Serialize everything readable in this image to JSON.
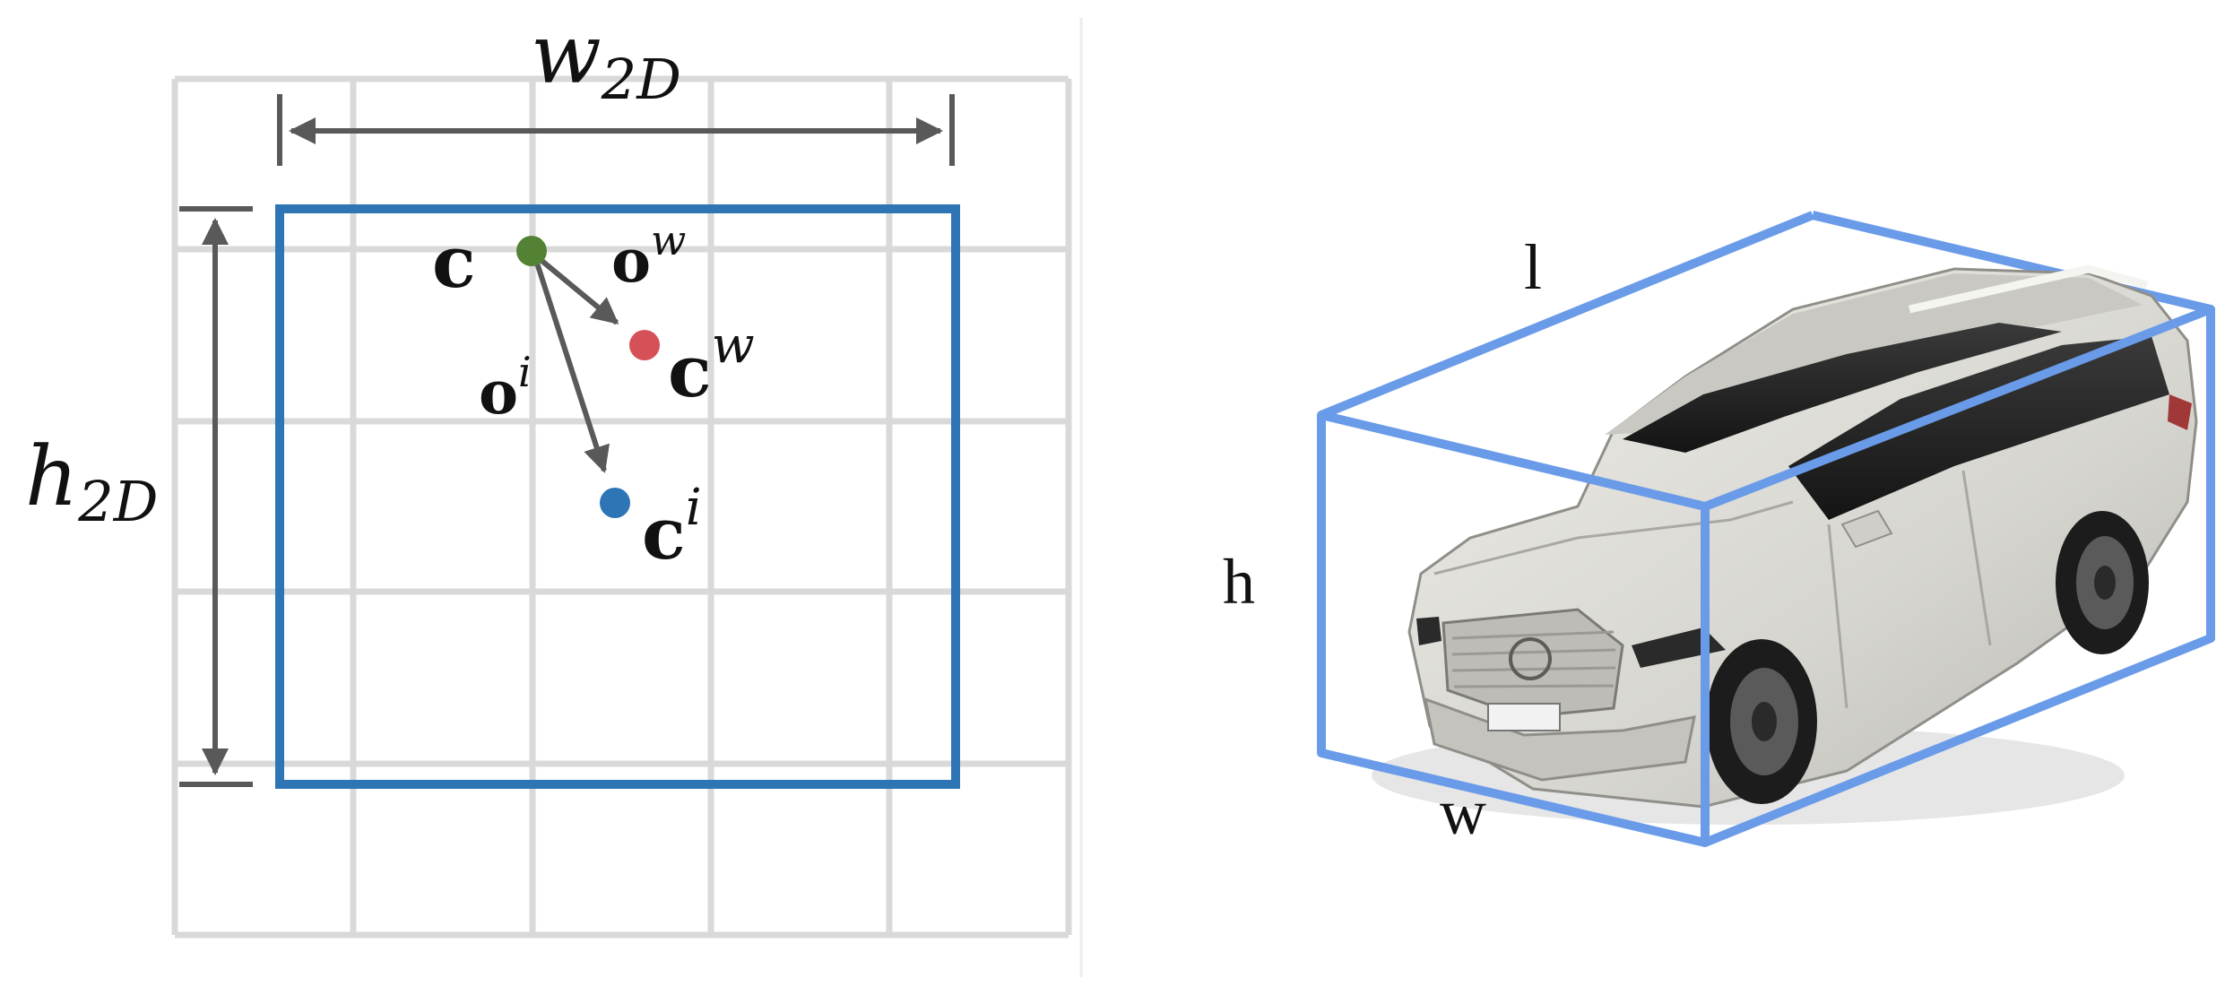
{
  "figure": {
    "left_panel": {
      "width_label": {
        "base": "w",
        "sub": "2D"
      },
      "height_label": {
        "base": "h",
        "sub": "2D"
      },
      "center_point": {
        "base": "c",
        "color": "#548235"
      },
      "world_point": {
        "base": "c",
        "sup": "w",
        "color": "#d65157"
      },
      "image_point": {
        "base": "c",
        "sup": "i",
        "color": "#2e75b6"
      },
      "offset_world": {
        "base": "o",
        "sup": "w"
      },
      "offset_image": {
        "base": "o",
        "sup": "i"
      },
      "box_color": "#2e75b6",
      "grid_color": "#d9d9d9",
      "arrow_color": "#595959"
    },
    "right_panel": {
      "length_label": "l",
      "height_label": "h",
      "width_label": "w",
      "box_color": "#6a9be8",
      "car_body_color": "#d9d8d2"
    }
  }
}
